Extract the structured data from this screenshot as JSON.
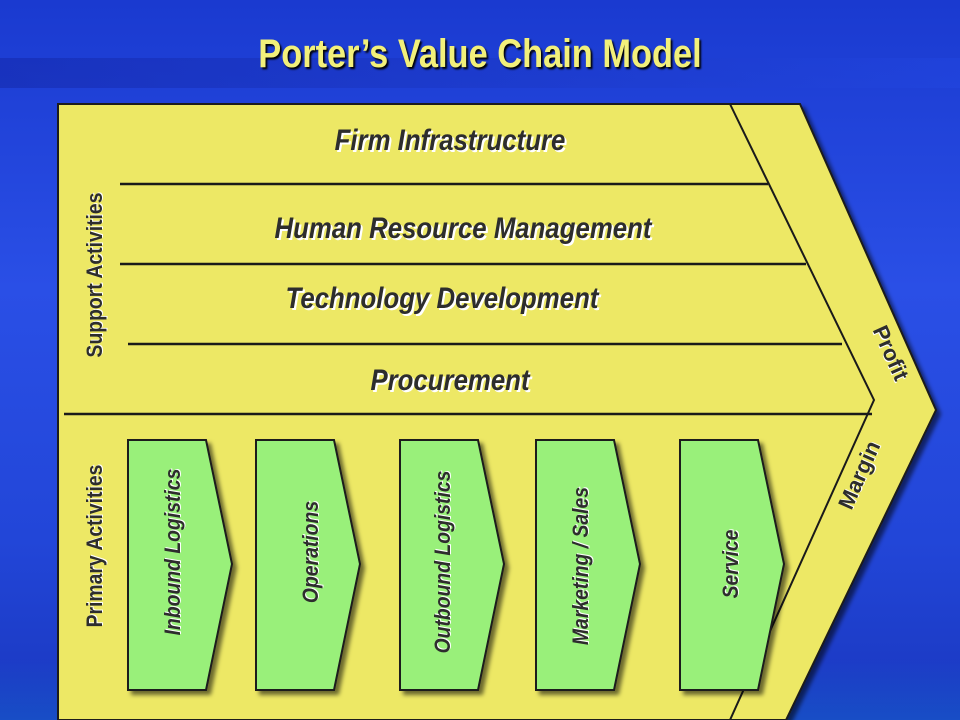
{
  "title": "Porter’s Value Chain Model",
  "side_labels": {
    "support": "Support Activities",
    "primary": "Primary Activities"
  },
  "margin_labels": {
    "profit": "Profit",
    "margin": "Margin"
  },
  "support_activities": [
    "Firm Infrastructure",
    "Human Resource Management",
    "Technology Development",
    "Procurement"
  ],
  "primary_activities": [
    "Inbound Logistics",
    "Operations",
    "Outbound Logistics",
    "Marketing / Sales",
    "Service"
  ],
  "colors": {
    "chain_fill": "#ede865",
    "activity_fill": "#99f07a",
    "title_text": "#f2f07a",
    "outline": "#1a1a1a",
    "background": "#2246d8"
  }
}
